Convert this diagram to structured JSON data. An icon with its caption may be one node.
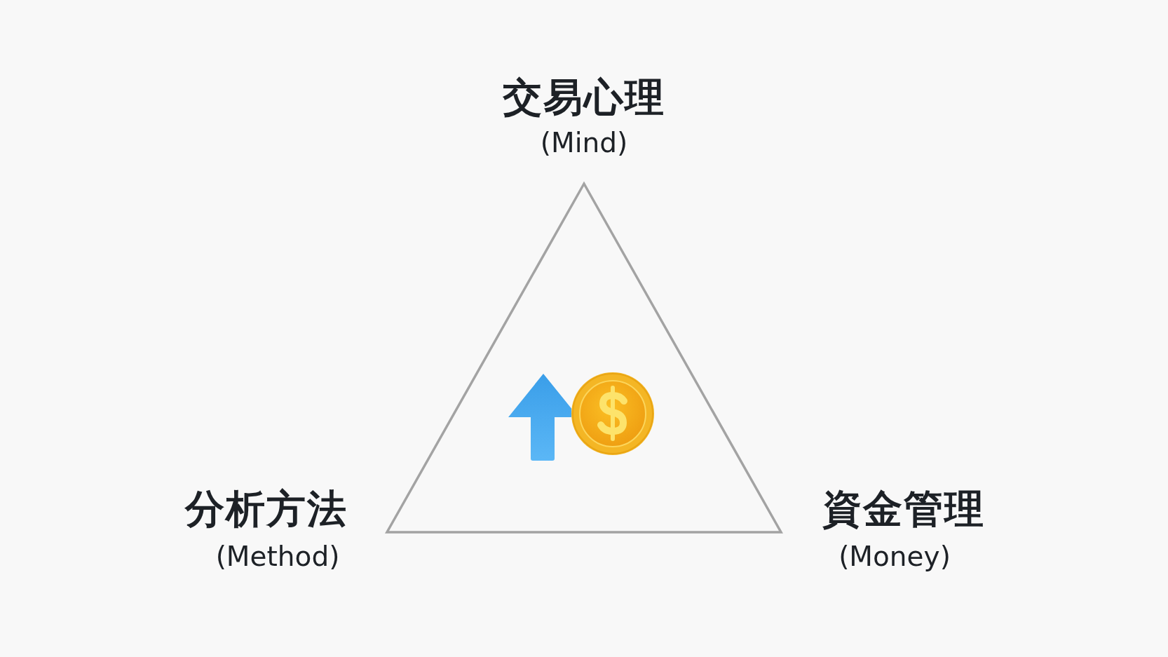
{
  "diagram": {
    "labels": [
      "交易心理",
      "(Mind)",
      "分析方法",
      "(Method)",
      "資金管理",
      "(Money)"
    ]
  }
}
